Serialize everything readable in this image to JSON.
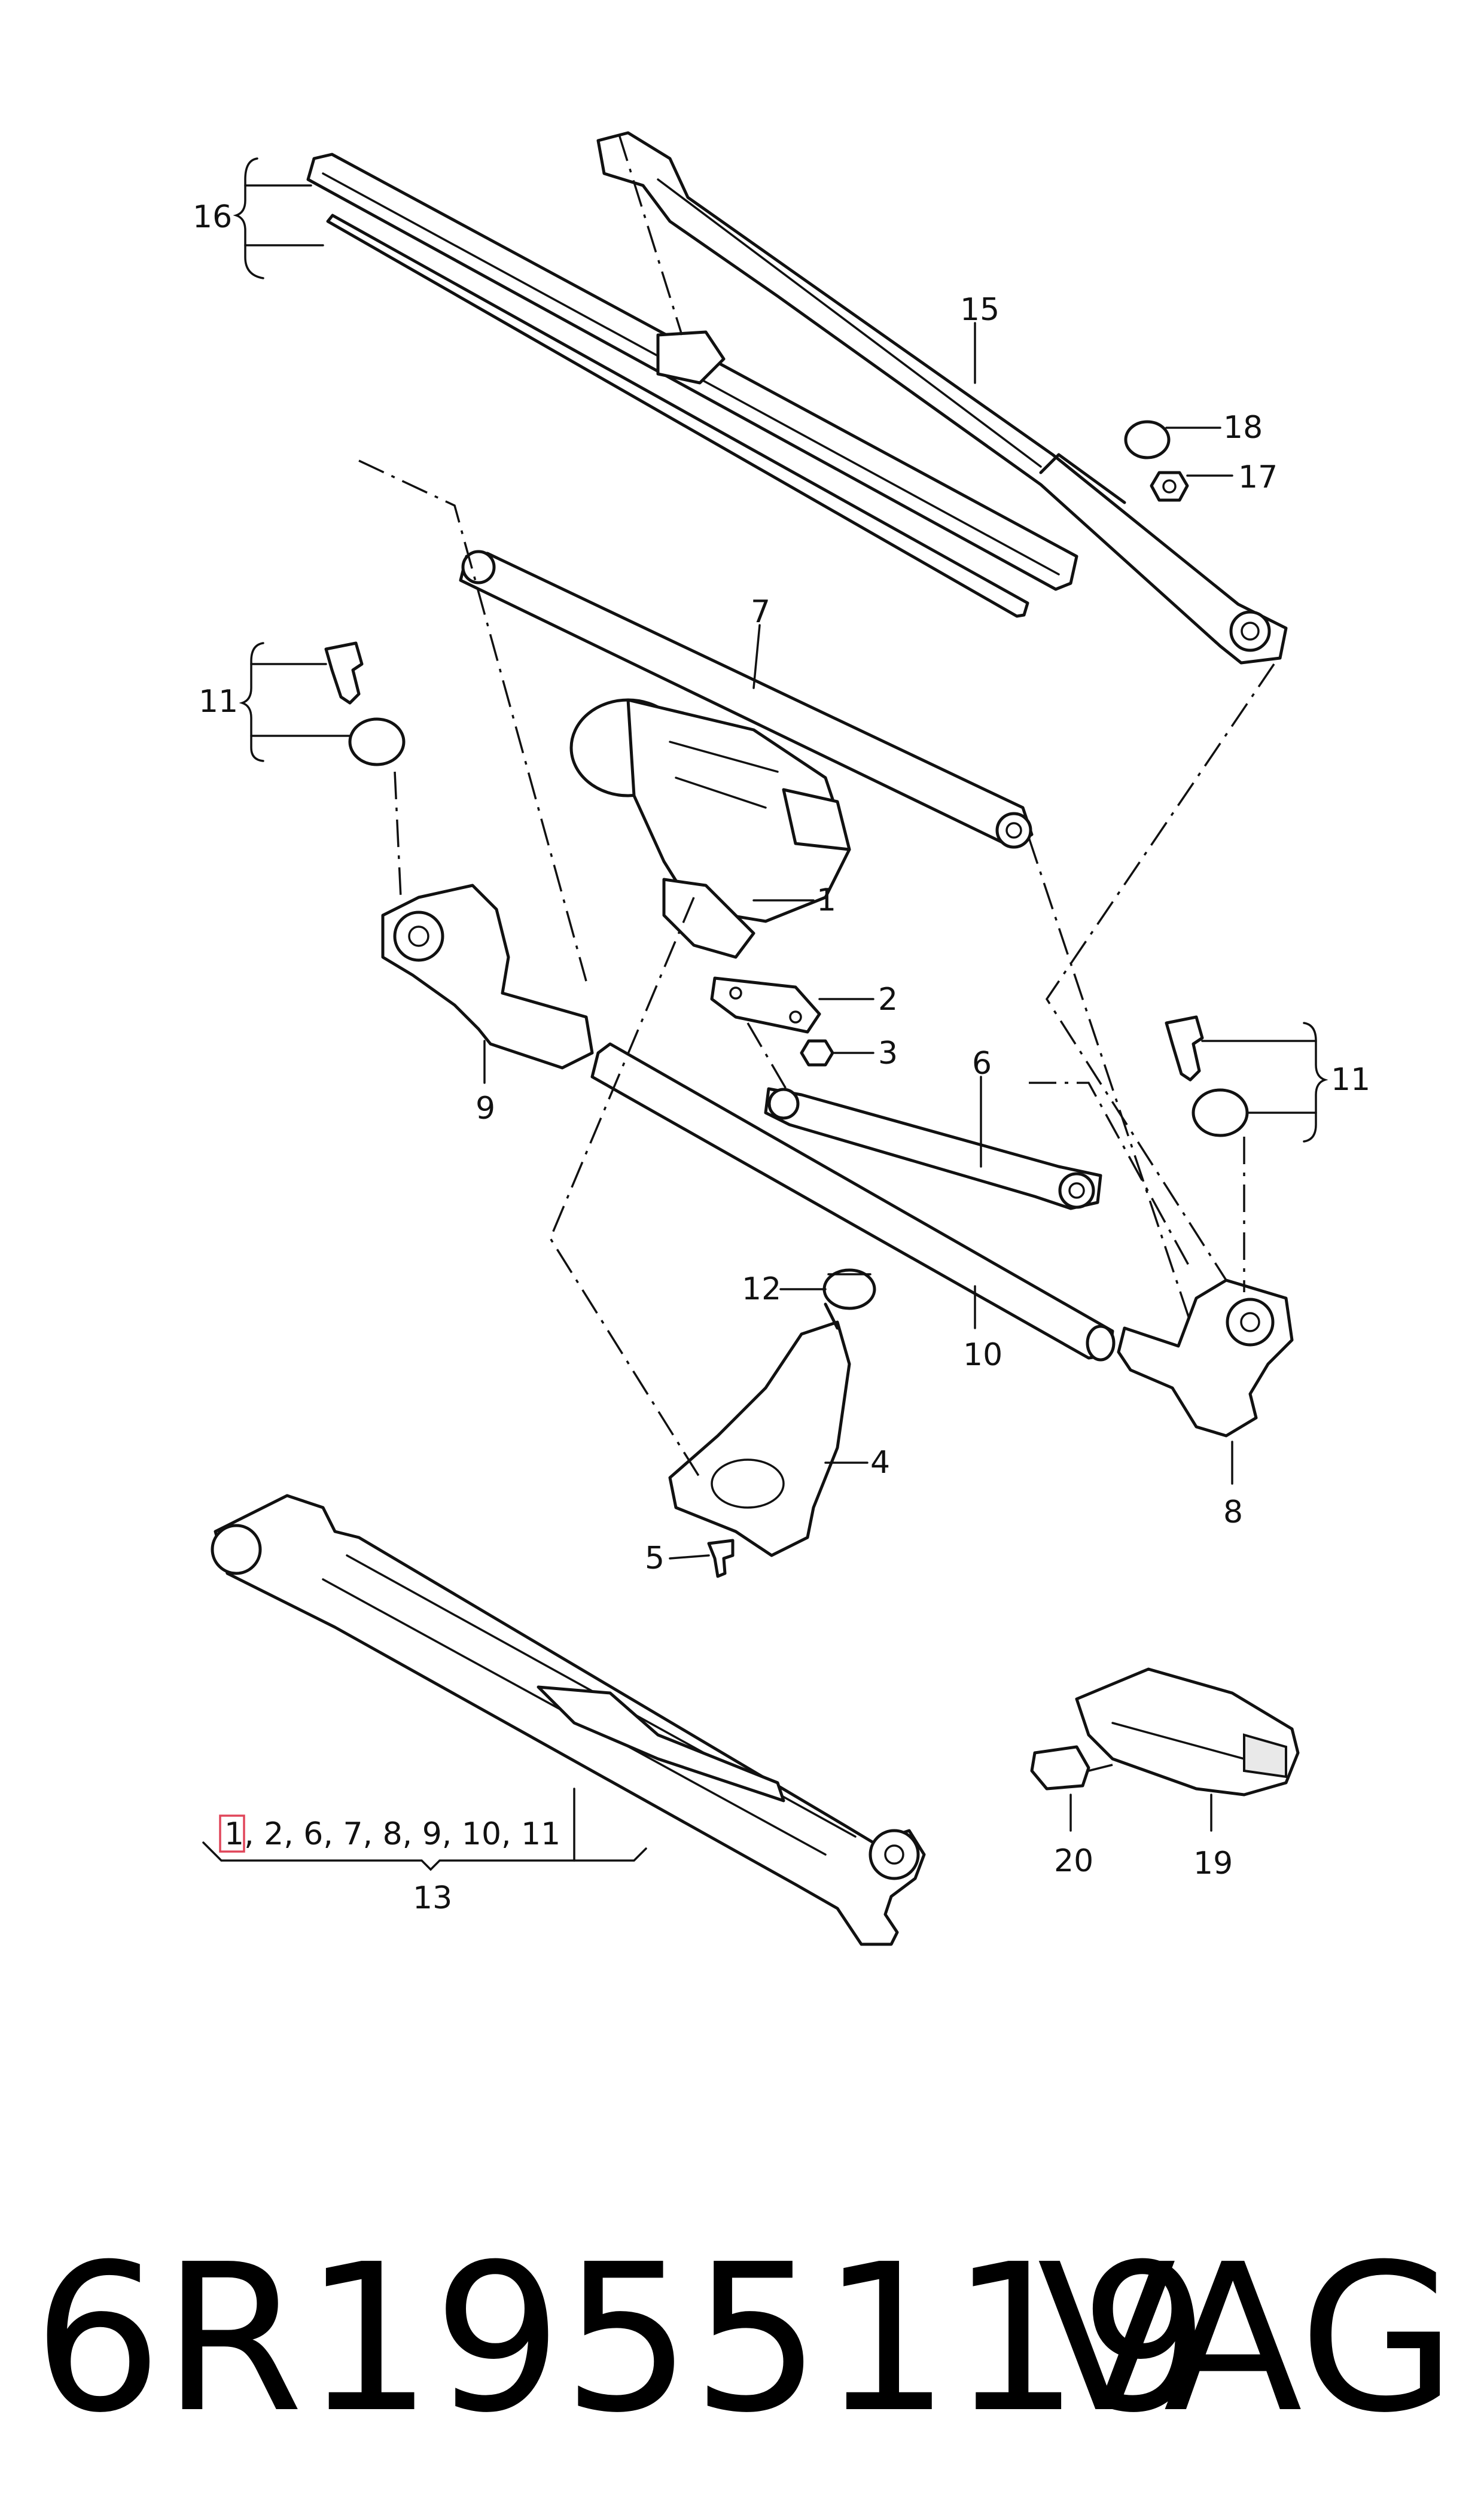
{
  "labels": {
    "l1": "1",
    "l2": "2",
    "l3": "3",
    "l4": "4",
    "l5": "5",
    "l6": "6",
    "l7": "7",
    "l8": "8",
    "l9": "9",
    "l10": "10",
    "l11a": "11",
    "l11b": "11",
    "l12": "12",
    "l13": "13",
    "l15": "15",
    "l16": "16",
    "l17": "17",
    "l18": "18",
    "l19": "19",
    "l20": "20"
  },
  "assembly_note": {
    "first": "1",
    "rest": ", 2, 6, 7, 8, 9, 10, 11"
  },
  "footer": {
    "part_number": "6R1955119",
    "brand": "VAG"
  },
  "colors": {
    "line": "#111111",
    "highlight": "#e0465a",
    "background": "#ffffff"
  }
}
